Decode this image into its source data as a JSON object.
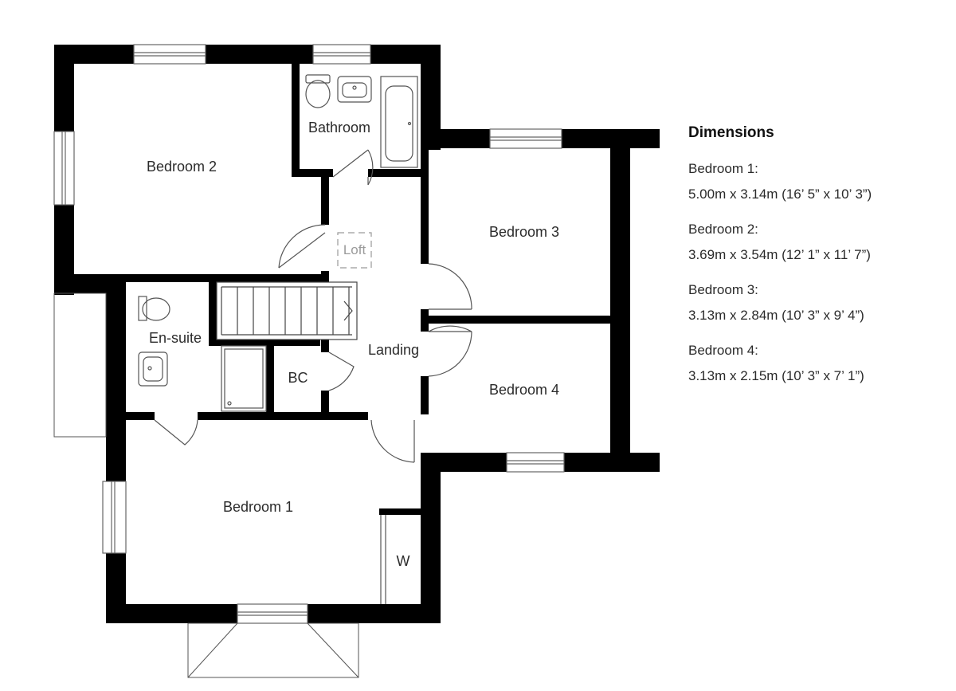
{
  "rooms": {
    "bedroom1": "Bedroom 1",
    "bedroom2": "Bedroom 2",
    "bedroom3": "Bedroom 3",
    "bedroom4": "Bedroom 4",
    "bathroom": "Bathroom",
    "ensuite": "En-suite",
    "landing": "Landing",
    "bc": "BC",
    "wardrobe": "W",
    "loft": "Loft"
  },
  "dimensions": {
    "heading": "Dimensions",
    "items": [
      {
        "name": "Bedroom 1:",
        "size": "5.00m x 3.14m (16’ 5” x 10’ 3”)"
      },
      {
        "name": "Bedroom 2:",
        "size": "3.69m x 3.54m (12’ 1” x 11’ 7”)"
      },
      {
        "name": "Bedroom 3:",
        "size": "3.13m x 2.84m (10’ 3” x 9’ 4”)"
      },
      {
        "name": "Bedroom 4:",
        "size": "3.13m x 2.15m (10’ 3” x 7’ 1”)"
      }
    ]
  },
  "colors": {
    "wall": "#000000",
    "fixture": "#555555",
    "loft_outline": "#9a9a9a"
  }
}
